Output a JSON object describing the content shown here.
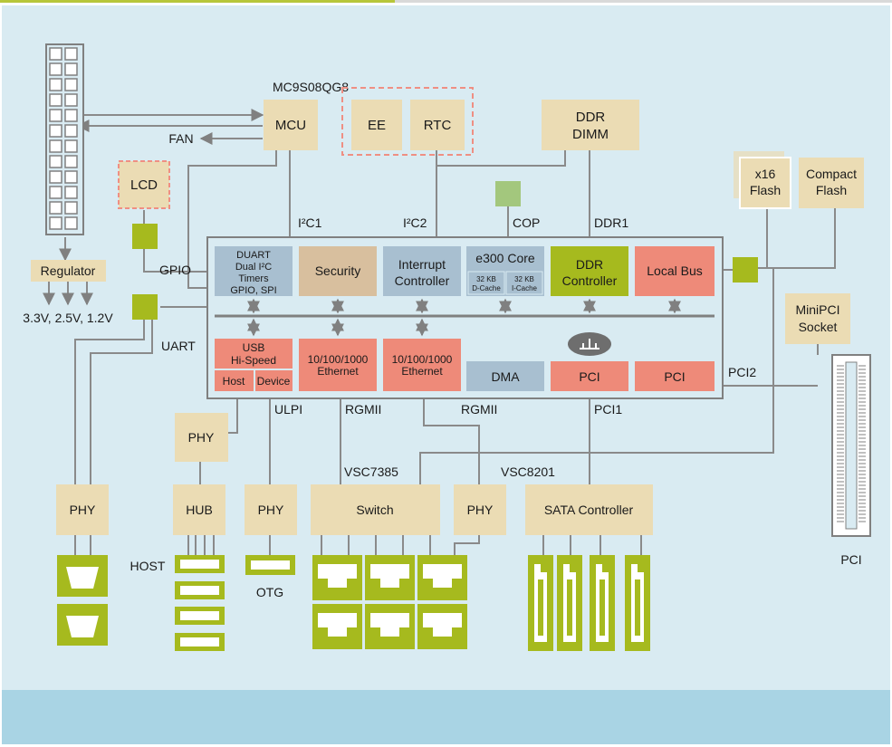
{
  "colors": {
    "panel": "#d9ebf2",
    "footer": "#a9d4e4",
    "tan": "#ebdcb4",
    "blue_gray": "#a8bfd0",
    "salmon": "#ee8a79",
    "olive": "#a6ba1e",
    "light_green": "#a3c77d",
    "line": "#808080",
    "dashed_outline": "#ef8f83"
  },
  "labels": {
    "mc9s08qg8": "MC9S08QG8",
    "mcu": "MCU",
    "fan": "FAN",
    "ee": "EE",
    "rtc": "RTC",
    "ddr_dimm_1": "DDR",
    "ddr_dimm_2": "DIMM",
    "x16_flash_1": "x16",
    "x16_flash_2": "Flash",
    "compact_flash_1": "Compact",
    "compact_flash_2": "Flash",
    "lcd": "LCD",
    "regulator": "Regulator",
    "voltages": "3.3V, 2.5V, 1.2V",
    "gpio": "GPIO",
    "uart": "UART",
    "i2c1": "I²C1",
    "i2c2": "I²C2",
    "cop": "COP",
    "ddr1": "DDR1",
    "duart_1": "DUART",
    "duart_2": "Dual I²C",
    "duart_3": "Timers",
    "duart_4": "GPIO, SPI",
    "security": "Security",
    "interrupt_1": "Interrupt",
    "interrupt_2": "Controller",
    "e300_core": "e300 Core",
    "dcache_1": "32 KB",
    "dcache_2": "D-Cache",
    "icache_1": "32 KB",
    "icache_2": "I-Cache",
    "ddr_controller_1": "DDR",
    "ddr_controller_2": "Controller",
    "local_bus": "Local Bus",
    "usb_1": "USB",
    "usb_2": "Hi-Speed",
    "host": "Host",
    "device": "Device",
    "eth1_1": "10/100/1000",
    "eth1_2": "Ethernet",
    "eth2_1": "10/100/1000",
    "eth2_2": "Ethernet",
    "dma": "DMA",
    "pci_a": "PCI",
    "pci_b": "PCI",
    "minipci_1": "MiniPCI",
    "minipci_2": "Socket",
    "pci2": "PCI2",
    "pci_slot": "PCI",
    "ulpi": "ULPI",
    "rgmii1": "RGMII",
    "rgmii2": "RGMII",
    "pci1": "PCI1",
    "vsc7385": "VSC7385",
    "vsc8201": "VSC8201",
    "phy_uart": "PHY",
    "phy_usb": "PHY",
    "hub": "HUB",
    "phy_otg": "PHY",
    "switch": "Switch",
    "phy_eth": "PHY",
    "sata_controller": "SATA Controller",
    "host_port": "HOST",
    "otg": "OTG"
  }
}
